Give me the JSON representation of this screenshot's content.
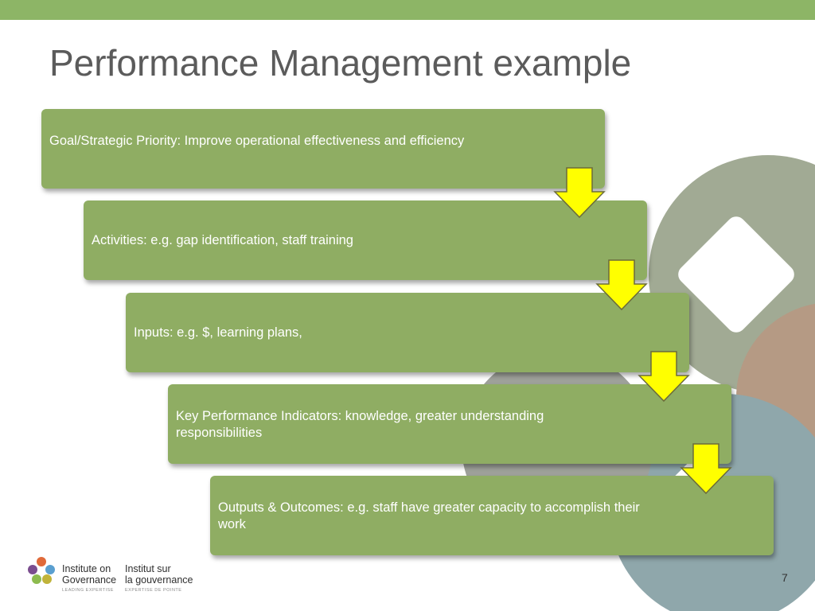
{
  "slide": {
    "title": "Performance Management example",
    "page_number": "7"
  },
  "steps": [
    {
      "text": "Goal/Strategic Priority: Improve operational effectiveness and efficiency"
    },
    {
      "text": "Activities:  e.g. gap identification, staff training"
    },
    {
      "text": "Inputs:  e.g. $, learning plans,"
    },
    {
      "text": "Key Performance Indicators: knowledge, greater understanding responsibilities"
    },
    {
      "text": "Outputs & Outcomes:  e.g. staff have greater capacity to accomplish their work"
    }
  ],
  "logo": {
    "en_line1": "Institute on",
    "en_line2": "Governance",
    "fr_line1": "Institut sur",
    "fr_line2": "la gouvernance",
    "tagline_en": "LEADING EXPERTISE",
    "tagline_fr": "EXPERTISE DE POINTE"
  },
  "colors": {
    "top_bar": "#8db566",
    "box_fill": "#8fad63",
    "arrow_fill": "#ffff00",
    "title_text": "#5b5b5b"
  },
  "icons": {
    "arrow": "down-arrow-icon",
    "logo": "iog-logo-icon"
  }
}
